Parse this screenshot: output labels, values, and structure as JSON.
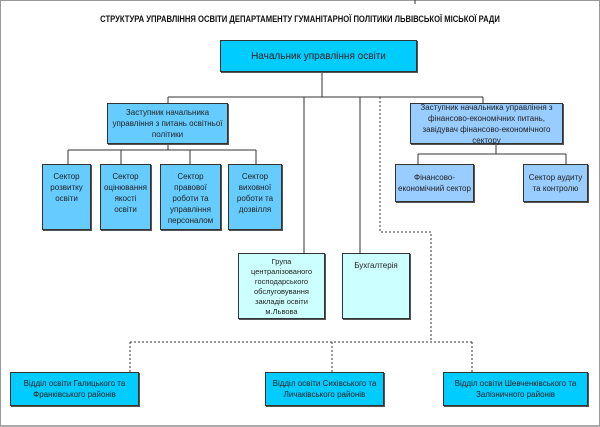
{
  "title": "СТРУКТУРА УПРАВЛІННЯ ОСВІТИ ДЕПАРТАМЕНТУ ГУМАНІТАРНОЇ ПОЛІТИКИ ЛЬВІВСЬКОЇ МІСЬКОЇ РАДИ",
  "head": "Начальник управління освіти",
  "deputy_edu": "Заступник начальника управління з питань освітньої політики",
  "deputy_fin": "Заступник начальника управління з фінансово-економічних питань, завідувач фінансово-економічного сектору",
  "sectors": [
    "Сектор розвитку освіти",
    "Сектор оцінювання якості освіти",
    "Сектор правової роботи та управління персоналом",
    "Сектор виховної роботи та дозвілля"
  ],
  "fin_sectors": [
    "Фінансово-економічний сектор",
    "Сектор аудиту та контролю"
  ],
  "group": "Група централізованого господарського обслуговування закладів освіти м.Львова",
  "accounting": "Бухгалтерія",
  "districts": [
    "Відділ освіти Галицького та Франківського районів",
    "Відділ освіти Сихівського та Личаківського районів",
    "Відділ освіти Шевченківського та Залізничного районів"
  ]
}
